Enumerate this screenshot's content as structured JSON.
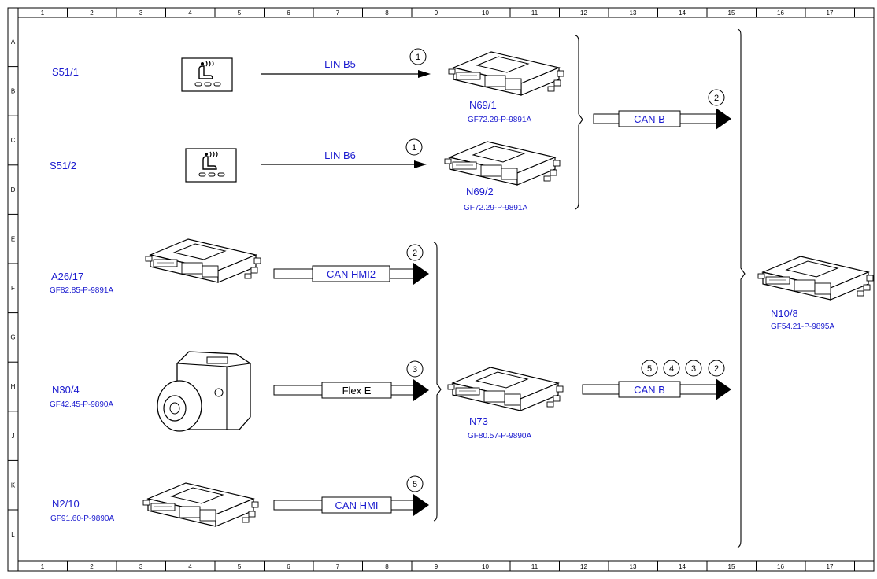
{
  "columns": [
    "1",
    "2",
    "3",
    "4",
    "5",
    "6",
    "7",
    "8",
    "9",
    "10",
    "11",
    "12",
    "13",
    "14",
    "15",
    "16",
    "17"
  ],
  "rows": [
    "A",
    "B",
    "C",
    "D",
    "E",
    "F",
    "G",
    "H",
    "J",
    "K",
    "L"
  ],
  "components": {
    "s51_1": {
      "label": "S51/1"
    },
    "s51_2": {
      "label": "S51/2"
    },
    "n69_1": {
      "label": "N69/1",
      "ref": "GF72.29-P-9891A"
    },
    "n69_2": {
      "label": "N69/2",
      "ref": "GF72.29-P-9891A"
    },
    "a26_17": {
      "label": "A26/17",
      "ref": "GF82.85-P-9891A"
    },
    "n30_4": {
      "label": "N30/4",
      "ref": "GF42.45-P-9890A"
    },
    "n2_10": {
      "label": "N2/10",
      "ref": "GF91.60-P-9890A"
    },
    "n73": {
      "label": "N73",
      "ref": "GF80.57-P-9890A"
    },
    "n10_8": {
      "label": "N10/8",
      "ref": "GF54.21-P-9895A"
    }
  },
  "connections": {
    "lin_b5": {
      "label": "LIN B5",
      "marker": "1"
    },
    "lin_b6": {
      "label": "LIN B6",
      "marker": "1"
    },
    "can_b_upper": {
      "label": "CAN B",
      "marker": "2"
    },
    "can_hmi2": {
      "label": "CAN HMI2",
      "marker": "2"
    },
    "flex_e": {
      "label": "Flex E",
      "marker": "3"
    },
    "can_hmi": {
      "label": "CAN HMI",
      "marker": "5"
    },
    "can_b_lower": {
      "label": "CAN B",
      "markers": [
        "5",
        "4",
        "3",
        "2"
      ]
    }
  },
  "colors": {
    "label_blue": "#1a1acf",
    "line": "#000000"
  },
  "icons": [
    "seat-heater-switch-icon",
    "control-unit-icon",
    "esp-hydraulic-unit-icon"
  ]
}
